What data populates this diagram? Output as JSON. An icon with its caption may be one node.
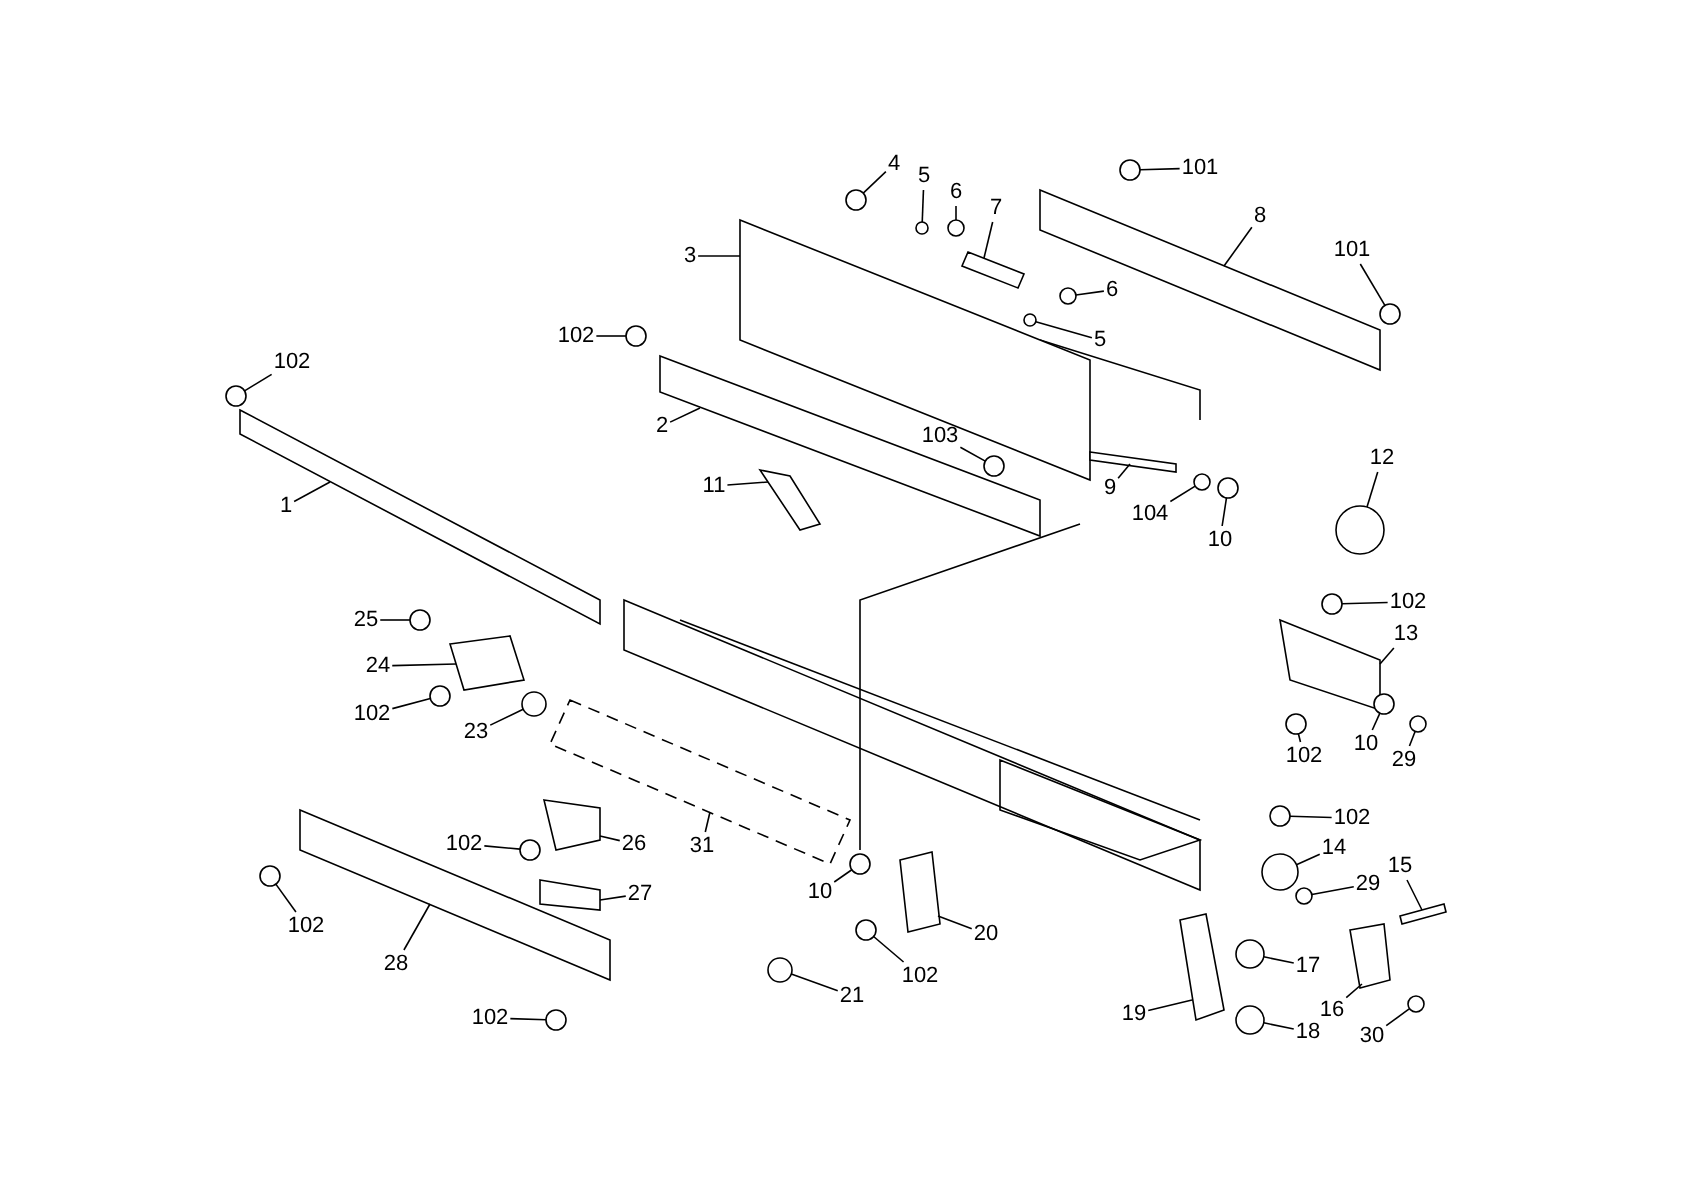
{
  "diagram": {
    "nodes": [
      {
        "text": [
          "1"
        ]
      },
      {
        "text": [
          "102"
        ]
      },
      {
        "text": [
          "102"
        ]
      },
      {
        "text": [
          "2"
        ]
      },
      {
        "text": [
          "3"
        ]
      },
      {
        "text": [
          "4"
        ]
      },
      {
        "text": [
          "5"
        ]
      },
      {
        "text": [
          "6"
        ]
      },
      {
        "text": [
          "7"
        ]
      },
      {
        "text": [
          "5"
        ]
      },
      {
        "text": [
          "6"
        ]
      },
      {
        "text": [
          "101"
        ]
      },
      {
        "text": [
          "8"
        ]
      },
      {
        "text": [
          "101"
        ]
      },
      {
        "text": [
          "103"
        ]
      },
      {
        "text": [
          "9"
        ]
      },
      {
        "text": [
          "104"
        ]
      },
      {
        "text": [
          "10"
        ]
      },
      {
        "text": [
          "12"
        ]
      },
      {
        "text": [
          "102"
        ]
      },
      {
        "text": [
          "13"
        ]
      },
      {
        "text": [
          "11"
        ]
      },
      {
        "text": [
          "25"
        ]
      },
      {
        "text": [
          "24"
        ]
      },
      {
        "text": [
          "102"
        ]
      },
      {
        "text": [
          "23"
        ]
      },
      {
        "text": [
          "10"
        ]
      },
      {
        "text": [
          "29"
        ]
      },
      {
        "text": [
          "102"
        ]
      },
      {
        "text": [
          "31"
        ]
      },
      {
        "text": [
          "26"
        ]
      },
      {
        "text": [
          "102"
        ]
      },
      {
        "text": [
          "10"
        ]
      },
      {
        "text": [
          "102"
        ]
      },
      {
        "text": [
          "27"
        ]
      },
      {
        "text": [
          "14"
        ]
      },
      {
        "text": [
          "29"
        ]
      },
      {
        "text": [
          "15"
        ]
      },
      {
        "text": [
          "20"
        ]
      },
      {
        "text": [
          "102"
        ]
      },
      {
        "text": [
          "102"
        ]
      },
      {
        "text": [
          "28"
        ]
      },
      {
        "text": [
          "21"
        ]
      },
      {
        "text": [
          "17"
        ]
      },
      {
        "text": [
          "19"
        ]
      },
      {
        "text": [
          "16"
        ]
      },
      {
        "text": [
          "18"
        ]
      },
      {
        "text": [
          "30"
        ]
      },
      {
        "text": [
          "102"
        ]
      },
      {
        "text": [],
        "shape": "box"
      },
      {
        "text": [],
        "shape": "circle"
      },
      {
        "text": [],
        "shape": "circle"
      },
      {
        "text": [],
        "shape": "box"
      },
      {
        "text": [],
        "shape": "box"
      },
      {
        "text": [],
        "shape": "circle"
      },
      {
        "text": [],
        "shape": "circle"
      },
      {
        "text": [],
        "shape": "circle"
      },
      {
        "text": [],
        "shape": "box"
      },
      {
        "text": [],
        "shape": "circle"
      },
      {
        "text": [],
        "shape": "circle"
      },
      {
        "text": [],
        "shape": "circle"
      },
      {
        "text": [],
        "shape": "box"
      },
      {
        "text": [],
        "shape": "circle"
      },
      {
        "text": [],
        "shape": "circle"
      },
      {
        "text": [],
        "shape": "box"
      },
      {
        "text": [],
        "shape": "circle"
      },
      {
        "text": [],
        "shape": "circle"
      },
      {
        "text": [],
        "shape": "circle"
      },
      {
        "text": [],
        "shape": "circle"
      },
      {
        "text": [],
        "shape": "box"
      },
      {
        "text": [],
        "shape": "box"
      },
      {
        "text": [],
        "shape": "circle"
      },
      {
        "text": [],
        "shape": "box"
      },
      {
        "text": [],
        "shape": "circle"
      },
      {
        "text": [],
        "shape": "circle"
      },
      {
        "text": [],
        "shape": "circle"
      },
      {
        "text": [],
        "shape": "circle"
      },
      {
        "text": [],
        "shape": "circle"
      },
      {
        "text": [],
        "shape": "box"
      },
      {
        "text": [],
        "shape": "box"
      },
      {
        "text": [],
        "shape": "circle"
      },
      {
        "text": [],
        "shape": "circle"
      },
      {
        "text": [],
        "shape": "circle"
      },
      {
        "text": [],
        "shape": "box"
      },
      {
        "text": [],
        "shape": "circle"
      },
      {
        "text": [],
        "shape": "circle"
      },
      {
        "text": [],
        "shape": "box"
      },
      {
        "text": [],
        "shape": "box"
      },
      {
        "text": [],
        "shape": "circle"
      },
      {
        "text": [],
        "shape": "circle"
      },
      {
        "text": [],
        "shape": "box"
      },
      {
        "text": [],
        "shape": "circle"
      },
      {
        "text": [],
        "shape": "circle"
      },
      {
        "text": [],
        "shape": "box"
      },
      {
        "text": [],
        "shape": "box"
      },
      {
        "text": [],
        "shape": "circle"
      },
      {
        "text": [],
        "shape": "circle"
      },
      {
        "text": [],
        "shape": "circle"
      }
    ],
    "edges": [
      {
        "from": 0,
        "to": 49,
        "arrow": "none"
      },
      {
        "from": 1,
        "to": 50,
        "arrow": "none"
      },
      {
        "from": 2,
        "to": 51,
        "arrow": "none"
      },
      {
        "from": 3,
        "to": 52,
        "arrow": "none"
      },
      {
        "from": 4,
        "to": 53,
        "arrow": "none"
      },
      {
        "from": 5,
        "to": 54,
        "arrow": "none"
      },
      {
        "from": 6,
        "to": 55,
        "arrow": "none"
      },
      {
        "from": 7,
        "to": 56,
        "arrow": "none"
      },
      {
        "from": 8,
        "to": 57,
        "arrow": "none"
      },
      {
        "from": 9,
        "to": 58,
        "arrow": "none"
      },
      {
        "from": 10,
        "to": 59,
        "arrow": "none"
      },
      {
        "from": 11,
        "to": 60,
        "arrow": "none"
      },
      {
        "from": 12,
        "to": 61,
        "arrow": "none"
      },
      {
        "from": 13,
        "to": 62,
        "arrow": "none"
      },
      {
        "from": 14,
        "to": 63,
        "arrow": "none"
      },
      {
        "from": 15,
        "to": 64,
        "arrow": "none"
      },
      {
        "from": 16,
        "to": 65,
        "arrow": "none"
      },
      {
        "from": 17,
        "to": 66,
        "arrow": "none"
      },
      {
        "from": 18,
        "to": 67,
        "arrow": "none"
      },
      {
        "from": 19,
        "to": 68,
        "arrow": "none"
      },
      {
        "from": 20,
        "to": 69,
        "arrow": "none"
      },
      {
        "from": 21,
        "to": 70,
        "arrow": "none"
      },
      {
        "from": 22,
        "to": 71,
        "arrow": "none"
      },
      {
        "from": 23,
        "to": 72,
        "arrow": "none"
      },
      {
        "from": 24,
        "to": 73,
        "arrow": "none"
      },
      {
        "from": 25,
        "to": 74,
        "arrow": "none"
      },
      {
        "from": 26,
        "to": 75,
        "arrow": "none"
      },
      {
        "from": 27,
        "to": 76,
        "arrow": "none"
      },
      {
        "from": 28,
        "to": 77,
        "arrow": "none"
      },
      {
        "from": 29,
        "to": 78,
        "arrow": "none"
      },
      {
        "from": 30,
        "to": 79,
        "arrow": "none"
      },
      {
        "from": 31,
        "to": 80,
        "arrow": "none"
      },
      {
        "from": 32,
        "to": 81,
        "arrow": "none"
      },
      {
        "from": 33,
        "to": 82,
        "arrow": "none"
      },
      {
        "from": 34,
        "to": 83,
        "arrow": "none"
      },
      {
        "from": 35,
        "to": 84,
        "arrow": "none"
      },
      {
        "from": 36,
        "to": 85,
        "arrow": "none"
      },
      {
        "from": 37,
        "to": 86,
        "arrow": "none"
      },
      {
        "from": 38,
        "to": 87,
        "arrow": "none"
      },
      {
        "from": 39,
        "to": 88,
        "arrow": "none"
      },
      {
        "from": 40,
        "to": 89,
        "arrow": "none"
      },
      {
        "from": 41,
        "to": 90,
        "arrow": "none"
      },
      {
        "from": 42,
        "to": 91,
        "arrow": "none"
      },
      {
        "from": 43,
        "to": 92,
        "arrow": "none"
      },
      {
        "from": 44,
        "to": 93,
        "arrow": "none"
      },
      {
        "from": 45,
        "to": 94,
        "arrow": "none"
      },
      {
        "from": 46,
        "to": 95,
        "arrow": "none"
      },
      {
        "from": 47,
        "to": 96,
        "arrow": "none"
      },
      {
        "from": 48,
        "to": 97,
        "arrow": "none"
      }
    ]
  }
}
